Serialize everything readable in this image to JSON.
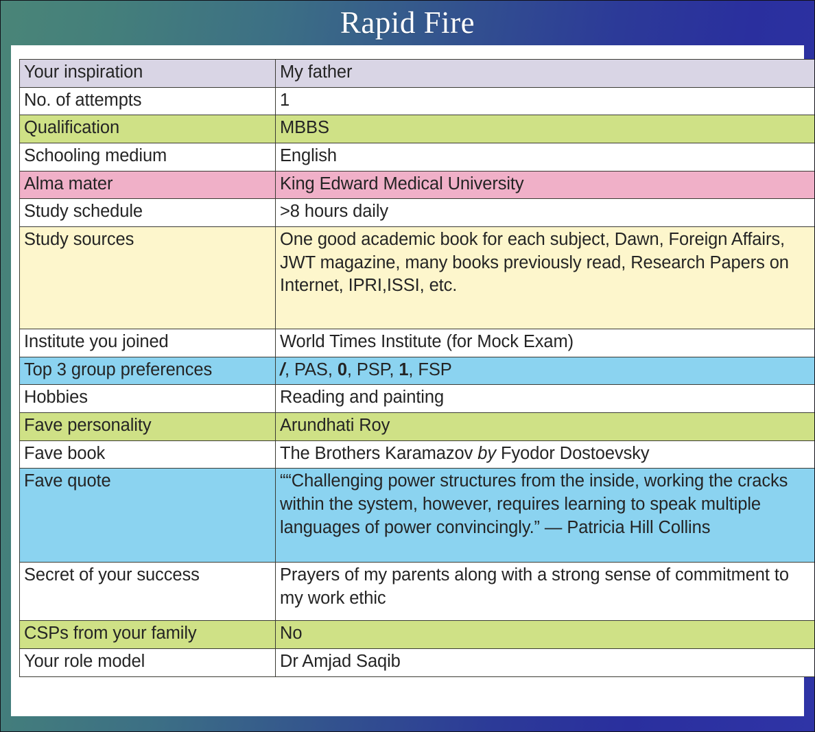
{
  "poster": {
    "title": "Rapid Fire",
    "gradient_start": "#4a8578",
    "gradient_end": "#2a2f9e",
    "card_background": "#ffffff"
  },
  "palette": {
    "lavender": "#d9d5e5",
    "white": "#ffffff",
    "olive": "#cfe186",
    "pink": "#f0b0c8",
    "cream": "#fdf6cc",
    "blue": "#8bd3f0",
    "text": "#242424",
    "border": "#3a3a33"
  },
  "table": {
    "rows": [
      {
        "label": "Your inspiration",
        "value": "My father",
        "tint": "lavender"
      },
      {
        "label": "No. of attempts",
        "value": "1",
        "tint": "white"
      },
      {
        "label": "Qualification",
        "value": "MBBS",
        "tint": "olive"
      },
      {
        "label": "Schooling medium",
        "value": "English",
        "tint": "white"
      },
      {
        "label": "Alma mater",
        "value": "King Edward Medical University",
        "tint": "pink"
      },
      {
        "label": "Study schedule",
        "value": ">8 hours daily",
        "tint": "white"
      },
      {
        "label": "Study sources",
        "value": "One good academic book for each subject, Dawn, Foreign Affairs, JWT magazine, many books previously read, Research Papers on Internet, IPRI,ISSI, etc.",
        "tint": "cream"
      },
      {
        "label": "Institute you joined",
        "value": "World Times Institute (for Mock Exam)",
        "tint": "white"
      },
      {
        "label": "Top 3 group preferences",
        "value": "/, PAS, 0, PSP, 1, FSP",
        "tint": "blue"
      },
      {
        "label": "Hobbies",
        "value": "Reading and painting",
        "tint": "white"
      },
      {
        "label": "Fave personality",
        "value": "Arundhati Roy",
        "tint": "olive"
      },
      {
        "label": "Fave book",
        "value": "The Brothers Karamazov by Fyodor Dostoevsky",
        "tint": "white"
      },
      {
        "label": "Fave quote",
        "value": "““Challenging power structures from the inside, working the cracks within the system, however, requires learning to speak multiple languages of power convincingly.” — Patricia Hill Collins",
        "tint": "blue"
      },
      {
        "label": "Secret of your success",
        "value": "Prayers of my  parents along with a  strong sense of commitment to my work ethic",
        "tint": "white"
      },
      {
        "label": "CSPs from your family",
        "value": "No",
        "tint": "olive"
      },
      {
        "label": "Your role model",
        "value": "Dr Amjad Saqib",
        "tint": "white"
      }
    ],
    "rich": {
      "group_prefs": {
        "slash": "/",
        "sep1": ",  ",
        "pas": "PAS",
        "sep2": ", ",
        "zero": "0",
        "sep3": ", ",
        "psp": "PSP",
        "sep4": ", ",
        "one": "1",
        "sep5": ", ",
        "fsp": "FSP"
      },
      "fave_book": {
        "title": "The Brothers Karamazov",
        "by": "by",
        "author": "Fyodor Dostoevsky"
      }
    }
  }
}
